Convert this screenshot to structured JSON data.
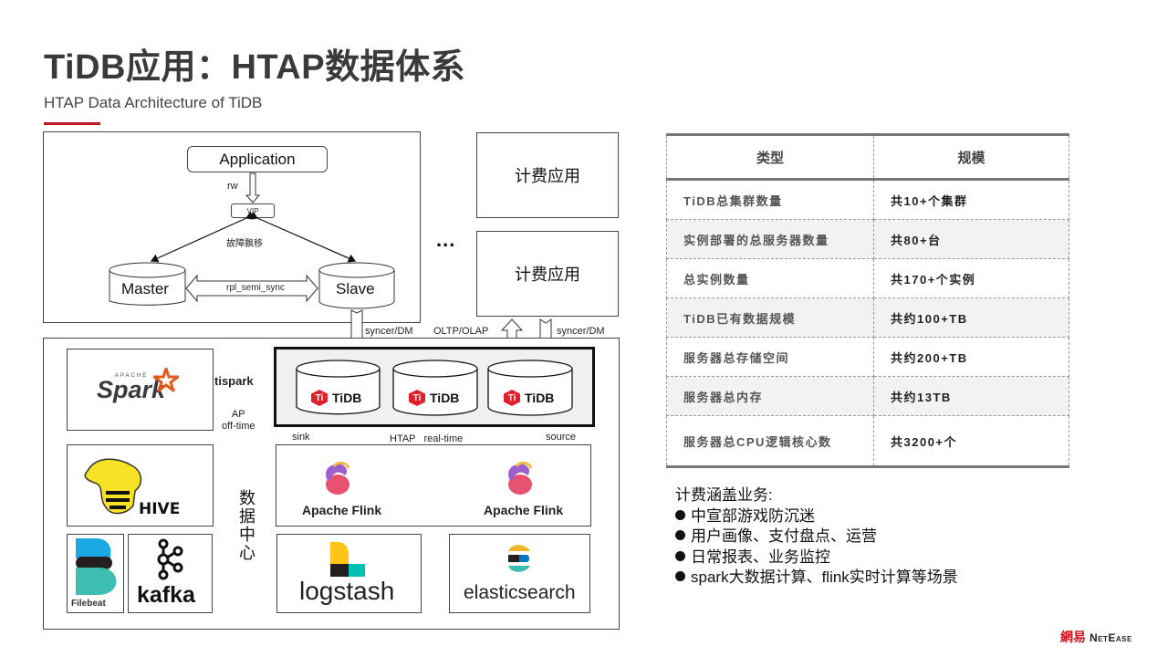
{
  "header": {
    "title": "TiDB应用：HTAP数据体系",
    "subtitle": "HTAP Data Architecture of TiDB",
    "accent_color": "#c0191f"
  },
  "diagram": {
    "top_cluster": {
      "application": "Application",
      "rw_label": "rw",
      "vip": "VIP",
      "failover_label": "故障飘移",
      "master": "Master",
      "slave": "Slave",
      "replication_label": "rpl_semi_sync"
    },
    "billing_apps": [
      "计费应用",
      "计费应用"
    ],
    "ellipsis": "...",
    "links": {
      "syncer_left": "syncer/DM",
      "oltp_olap": "OLTP/OLAP",
      "syncer_right": "syncer/DM",
      "tispark": "tispark",
      "ap_offtime": "AP\noff-time",
      "sink": "sink",
      "htap_realtime": "HTAP   real-time",
      "source": "source"
    },
    "tidb_nodes": [
      "TiDB",
      "TiDB",
      "TiDB"
    ],
    "tidb_logo_glyph": "Ti",
    "data_center_label": "数据中心",
    "tools": {
      "spark": {
        "top": "APACHE",
        "name": "Spark"
      },
      "hive": "HIVE",
      "flink_left": "Apache Flink",
      "flink_right": "Apache Flink",
      "filebeat": "Filebeat",
      "kafka": "kafka",
      "logstash": "logstash",
      "elasticsearch": "elasticsearch"
    }
  },
  "stats_table": {
    "headers": [
      "类型",
      "规模"
    ],
    "rows": [
      [
        "TiDB总集群数量",
        "共10+个集群"
      ],
      [
        "实例部署的总服务器数量",
        "共80+台"
      ],
      [
        "总实例数量",
        "共170+个实例"
      ],
      [
        "TiDB已有数据规模",
        "共约100+TB"
      ],
      [
        "服务器总存储空间",
        "共约200+TB"
      ],
      [
        "服务器总内存",
        "共约13TB"
      ],
      [
        "服务器总CPU逻辑核心数",
        "共3200+个"
      ]
    ]
  },
  "business": {
    "heading": "计费涵盖业务:",
    "items": [
      "中宣部游戏防沉迷",
      "用户画像、支付盘点、运营",
      "日常报表、业务监控",
      "spark大数据计算、flink实时计算等场景"
    ]
  },
  "footer": {
    "brand_cn": "網易",
    "brand_en": "NetEase"
  }
}
